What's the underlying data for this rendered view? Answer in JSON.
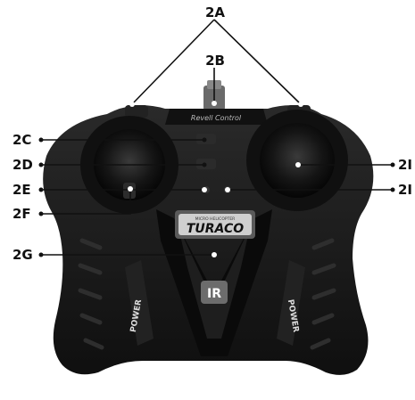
{
  "callouts": {
    "a": "2A",
    "b": "2B",
    "c": "2C",
    "d": "2D",
    "e": "2E",
    "f": "2F",
    "g": "2G",
    "i_upper": "2I",
    "i_lower": "2I"
  },
  "device": {
    "brand": "Revell Control",
    "product_badge_small": "MICRO HELICOPTER",
    "product_badge": "TURACO",
    "ir_label": "IR",
    "power_left": "POWER",
    "power_right": "POWER"
  },
  "colors": {
    "body": "#1b1b1b",
    "body_dark": "#0c0c0c",
    "trim": "#2c2c2c",
    "label": "#111111"
  }
}
